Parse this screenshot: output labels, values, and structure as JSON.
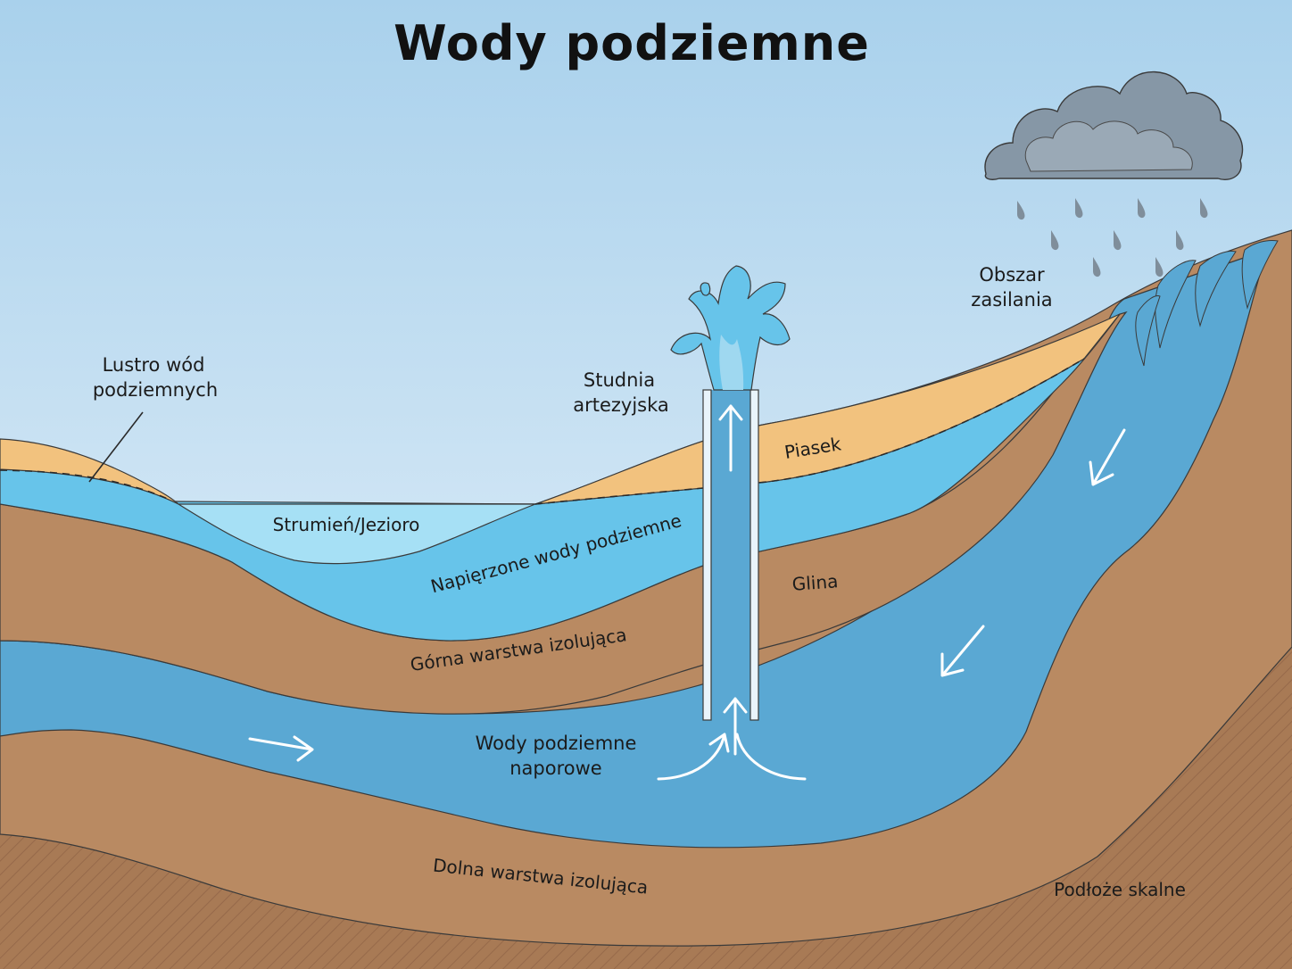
{
  "title": "Wody podziemne",
  "labels": {
    "water_table": [
      "Lustro wód",
      "podziemnych"
    ],
    "artesian_well": [
      "Studnia",
      "artezyjska"
    ],
    "recharge_area": [
      "Obszar",
      "zasilania"
    ],
    "stream_lake": "Strumień/Jezioro",
    "sand": "Piasek",
    "unconfined_water": "Napięrzone wody podziemne",
    "clay": "Glina",
    "upper_confining": "Górna warstwa izolująca",
    "confined_water": [
      "Wody podziemne",
      "naporowe"
    ],
    "lower_confining": "Dolna warstwa izolująca",
    "bedrock": "Podłoże skalne"
  },
  "colors": {
    "sky_top": "#a9d1ec",
    "sky_bottom": "#eef5fb",
    "sand": "#f2c27e",
    "aquifer_light": "#67c4ea",
    "aquifer_deep": "#5aa8d3",
    "clay": "#b98a62",
    "bedrock": "#a87a55",
    "lake": "#a6e0f5",
    "cloud": "#8697a6"
  },
  "icons": [
    "cloud-icon",
    "raindrop-icon",
    "water-splash-icon",
    "flow-arrow-icon"
  ]
}
